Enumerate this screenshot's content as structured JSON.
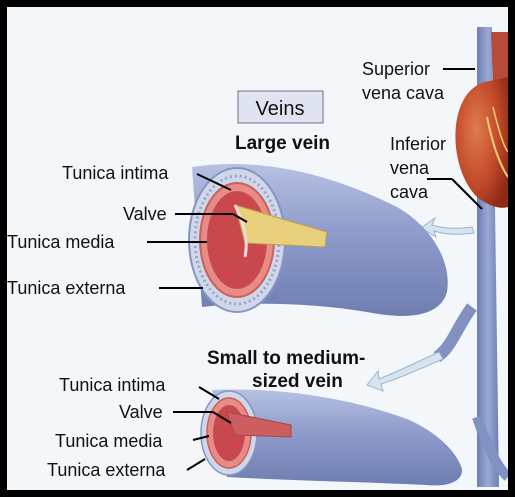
{
  "title_box": "Veins",
  "large_vein": {
    "heading": "Large vein",
    "labels": {
      "tunica_intima": "Tunica intima",
      "valve": "Valve",
      "tunica_media": "Tunica media",
      "tunica_externa": "Tunica externa"
    }
  },
  "small_vein": {
    "heading_line1": "Small to medium-",
    "heading_line2": "sized vein",
    "labels": {
      "tunica_intima": "Tunica intima",
      "valve": "Valve",
      "tunica_media": "Tunica media",
      "tunica_externa": "Tunica externa"
    }
  },
  "heart_labels": {
    "superior_line1": "Superior",
    "superior_line2": "vena cava",
    "inferior_line1": "Inferior",
    "inferior_line2": "vena",
    "inferior_line3": "cava"
  },
  "colors": {
    "vein_blue": "#7f8fbf",
    "vein_light": "#a9b6dc",
    "lumen_red": "#c8484e",
    "wall_pink": "#e88a86",
    "valve_yellow": "#e7cf7b",
    "heart_red": "#c24a2a",
    "arrow_fill": "#cfe0ef"
  }
}
